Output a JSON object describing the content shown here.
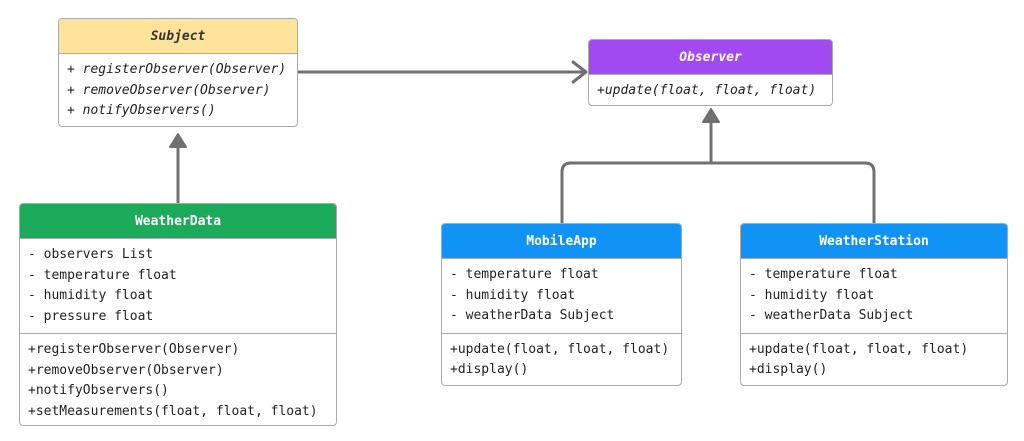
{
  "diagram": {
    "classes": {
      "subject": {
        "name": "Subject",
        "methods": [
          "+ registerObserver(Observer)",
          "+ removeObserver(Observer)",
          "+ notifyObservers()"
        ],
        "header_color": "#fde49a"
      },
      "observer": {
        "name": "Observer",
        "methods": [
          "+update(float, float, float)"
        ],
        "header_color": "#a24af2"
      },
      "weatherdata": {
        "name": "WeatherData",
        "attributes": [
          "- observers List",
          "- temperature float",
          "- humidity float",
          "- pressure float"
        ],
        "methods": [
          "+registerObserver(Observer)",
          "+removeObserver(Observer)",
          "+notifyObservers()",
          "+setMeasurements(float, float, float)"
        ],
        "header_color": "#1cab5a"
      },
      "mobileapp": {
        "name": "MobileApp",
        "attributes": [
          "- temperature float",
          "- humidity float",
          "- weatherData Subject"
        ],
        "methods": [
          "+update(float, float, float)",
          "+display()"
        ],
        "header_color": "#1193f5"
      },
      "weatherstation": {
        "name": "WeatherStation",
        "attributes": [
          "- temperature float",
          "- humidity float",
          "- weatherData Subject"
        ],
        "methods": [
          "+update(float, float, float)",
          "+display()"
        ],
        "header_color": "#1193f5"
      }
    },
    "relations": [
      {
        "from": "weatherdata",
        "to": "subject",
        "kind": "realization"
      },
      {
        "from": "subject",
        "to": "observer",
        "kind": "association"
      },
      {
        "from": "mobileapp",
        "to": "observer",
        "kind": "realization"
      },
      {
        "from": "weatherstation",
        "to": "observer",
        "kind": "realization"
      }
    ],
    "connector_color": "#707070"
  }
}
